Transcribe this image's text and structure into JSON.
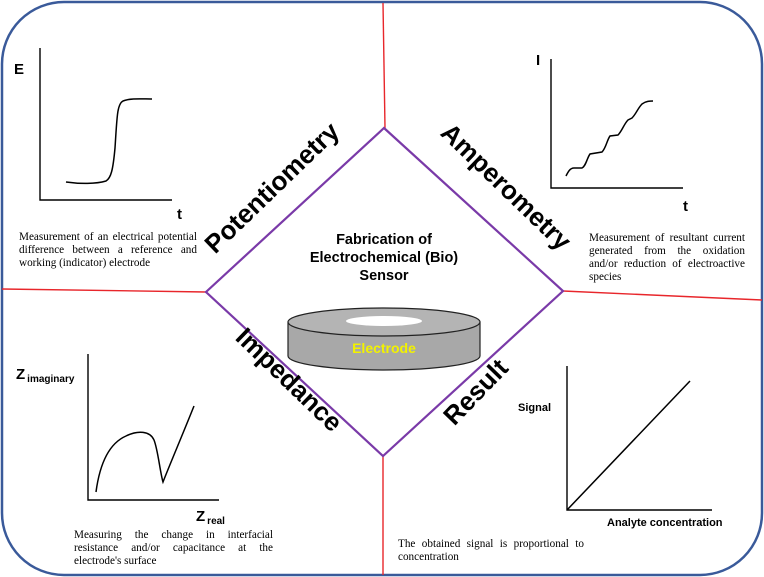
{
  "center": {
    "title_lines": [
      "Fabrication of",
      "Electrochemical (Bio)",
      "Sensor"
    ],
    "electrode_label": "Electrode"
  },
  "quadrants": {
    "potentiometry": {
      "label": "Potentiometry",
      "y_axis_label": "E",
      "x_axis_label": "t",
      "description": "Measurement of an electrical potential difference between a reference and working (indicator) electrode"
    },
    "amperometry": {
      "label": "Amperometry",
      "y_axis_label": "I",
      "x_axis_label": "t",
      "description": "Measurement of resultant current generated from the oxidation and/or reduction of electroactive species"
    },
    "impedance": {
      "label": "Impedance",
      "y_axis_label": "Z",
      "y_axis_subscript": "imaginary",
      "x_axis_label": "Z",
      "x_axis_subscript": "real",
      "description": "Measuring the change in interfacial resistance and/or capacitance at the electrode's surface"
    },
    "result": {
      "label": "Result",
      "y_axis_label": "Signal",
      "x_axis_label": "Analyte concentration",
      "description": "The obtained signal is proportional to concentration"
    }
  },
  "colors": {
    "frame": "#3a5a9a",
    "divider": "#e8262b",
    "diamond": "#7a3aa8",
    "electrode_text": "#f2f200",
    "electrode_body": "#a8a8a8"
  }
}
